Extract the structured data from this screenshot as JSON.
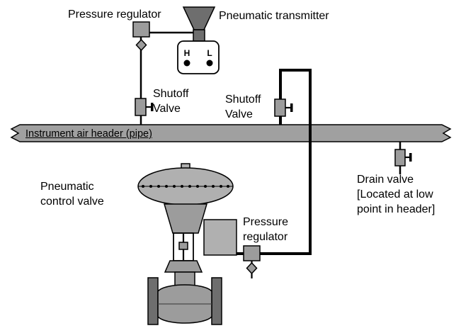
{
  "diagram": {
    "kind": "pneumatic-instrumentation-hookup-diagram"
  },
  "colors": {
    "line_color": "#000000",
    "background": "#ffffff",
    "pipe_fill": "#a0a0a0",
    "device_fill": "#9c9c9c",
    "device_dark": "#6e6e6e",
    "valve_fill": "#b0b0b0"
  },
  "labels": {
    "pressure_regulator_top": "Pressure regulator",
    "pneumatic_transmitter": "Pneumatic transmitter",
    "shutoff_valve_left": "Shutoff\nValve",
    "shutoff_valve_right": "Shutoff\nValve",
    "air_header": "Instrument air header (pipe)",
    "pneumatic_control_valve": "Pneumatic\ncontrol valve",
    "pressure_regulator_bottom": "Pressure\nregulator",
    "drain_valve": "Drain valve\n[Located at low\npoint in header]",
    "transmitter_port_high": "H",
    "transmitter_port_low": "L"
  }
}
